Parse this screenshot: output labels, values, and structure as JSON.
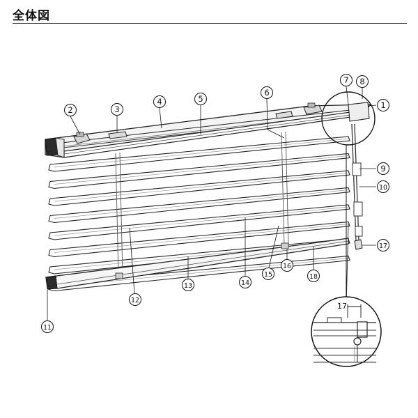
{
  "header": {
    "title": "全体図"
  },
  "callouts": {
    "c1": "1",
    "c2": "2",
    "c3": "3",
    "c4": "4",
    "c5": "5",
    "c6": "6",
    "c7": "7",
    "c8": "8",
    "c9": "9",
    "c10": "10",
    "c11": "11",
    "c12": "12",
    "c13": "13",
    "c14": "14",
    "c15": "15",
    "c16": "16",
    "c17": "17",
    "c18": "18"
  },
  "detail": {
    "dimension": "17"
  },
  "colors": {
    "line": "#222222",
    "slat_shadow": "#9a9a9a",
    "rail_face": "#f2f2f2",
    "rail_dark": "#2b2b2b"
  }
}
